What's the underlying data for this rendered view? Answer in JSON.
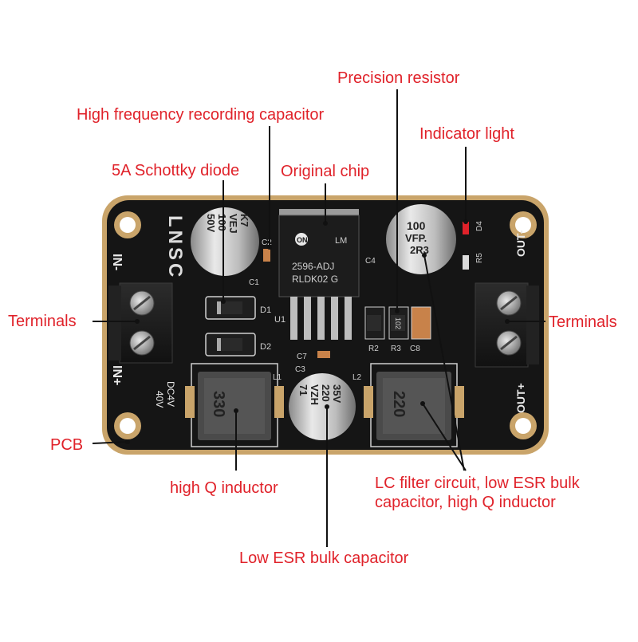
{
  "labels": {
    "precision_resistor": "Precision resistor",
    "hf_capacitor": "High frequency recording capacitor",
    "indicator_light": "Indicator light",
    "schottky_diode": "5A Schottky diode",
    "original_chip": "Original chip",
    "terminals_left": "Terminals",
    "terminals_right": "Terminals",
    "pcb": "PCB",
    "high_q_inductor": "high Q inductor",
    "lc_filter": "LC filter circuit, low ESR bulk capacitor, high Q inductor",
    "low_esr_capacitor": "Low ESR bulk capacitor"
  },
  "board_text": {
    "brand": "LNSC",
    "in_minus": "IN-",
    "in_plus": "IN+",
    "out_minus": "OUT-",
    "out_plus": "OUT+",
    "dc_range_1": "DC4V",
    "dc_range_2": "40V",
    "chip_logo": "ON",
    "chip_line0": "LM",
    "chip_line1": "2596-ADJ",
    "chip_line2": "RLDK02 G",
    "cap_left_1": "K7",
    "cap_left_2": "VEJ",
    "cap_left_3": "100",
    "cap_left_4": "50V",
    "cap_right_1": "100",
    "cap_right_2": "VFP.",
    "cap_right_3": "2R3",
    "cap_mid_1": "71",
    "cap_mid_2": "VZH",
    "cap_mid_3": "220",
    "cap_mid_4": "35V",
    "ind_left": "330",
    "ind_right": "220",
    "res_code": "102",
    "silk_d1": "D1",
    "silk_d2": "D2",
    "silk_u1": "U1",
    "silk_c1": "C1",
    "silk_c2": "C2",
    "silk_c3": "C3",
    "silk_c4": "C4",
    "silk_c7": "C7",
    "silk_c8": "C8",
    "silk_r2": "R2",
    "silk_r3": "R3",
    "silk_r5": "R5",
    "silk_d4": "D4",
    "silk_l1": "L1",
    "silk_l2": "L2"
  },
  "colors": {
    "label": "#e0222a",
    "board": "#151515",
    "board_edge": "#c9a46a"
  }
}
